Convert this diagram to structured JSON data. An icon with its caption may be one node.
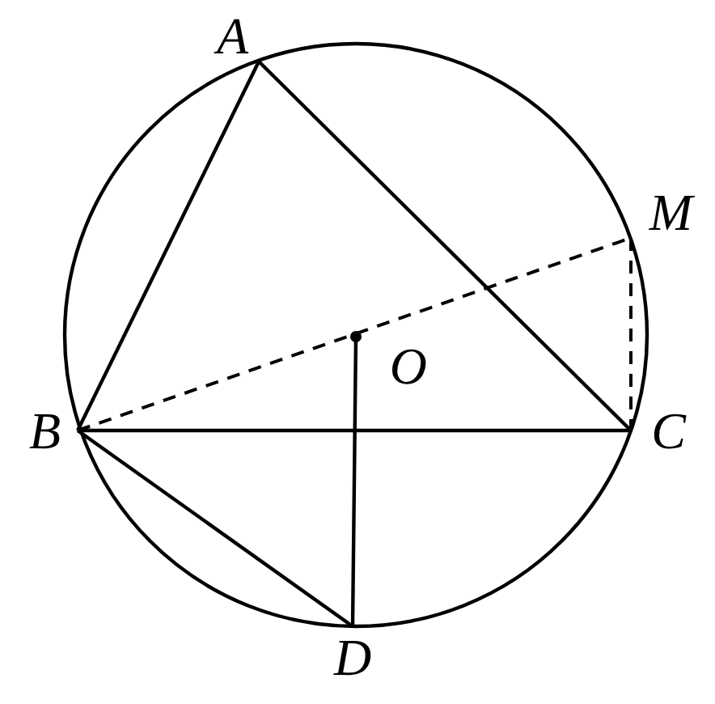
{
  "diagram": {
    "nodes": [
      {
        "text": [
          "A"
        ]
      },
      {
        "text": [
          "M"
        ]
      },
      {
        "text": [
          "O"
        ]
      },
      {
        "text": [
          "B"
        ]
      },
      {
        "text": [
          "C"
        ]
      },
      {
        "text": [
          "D"
        ]
      }
    ],
    "edges": [
      {
        "from": 0,
        "to": 3,
        "arrow": "none"
      },
      {
        "from": 0,
        "to": 4,
        "arrow": "none"
      },
      {
        "from": 3,
        "to": 4,
        "arrow": "none"
      },
      {
        "from": 3,
        "to": 1,
        "arrow": "none",
        "style": "dashed"
      },
      {
        "from": 1,
        "to": 4,
        "arrow": "none",
        "style": "dashed"
      },
      {
        "from": 2,
        "to": 5,
        "arrow": "none"
      },
      {
        "from": 3,
        "to": 5,
        "arrow": "none"
      }
    ]
  }
}
